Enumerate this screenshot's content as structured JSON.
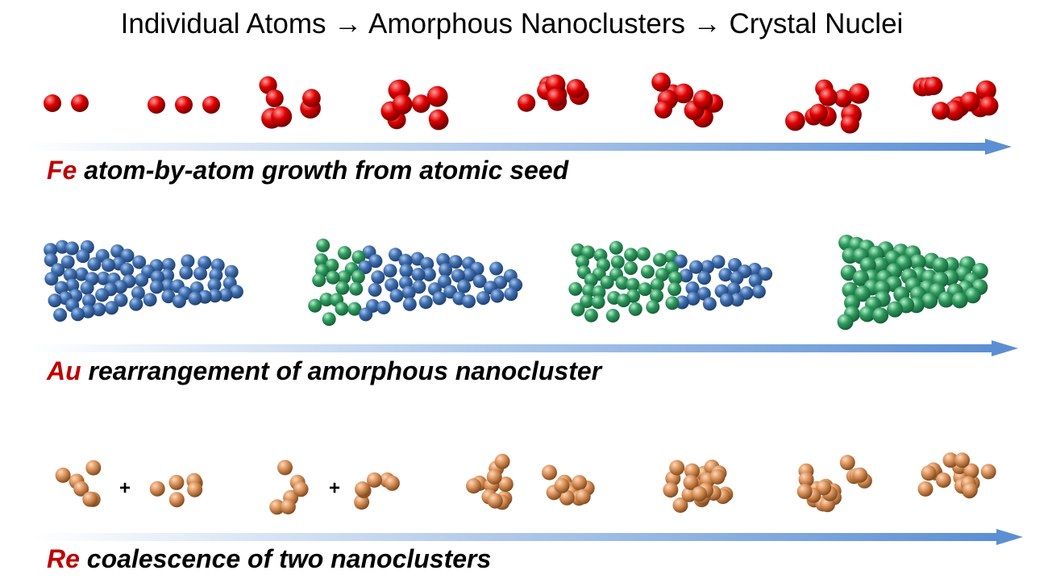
{
  "title": "Individual Atoms → Amorphous Nanoclusters → Crystal Nuclei",
  "colors": {
    "arrow_start": "#ffffff",
    "arrow_end": "#5b8fd4",
    "element_label": "#c00000",
    "fe_atom": "#e00000",
    "au_atom": "#3f6fb0",
    "crystal_atom": "#2f9a5f",
    "re_atom": "#d9915a"
  },
  "rows": [
    {
      "element": "Fe",
      "description": "atom-by-atom growth from atomic seed",
      "atom_color": "fe_atom",
      "stages": [
        {
          "atoms": 2,
          "crystalline_fraction": 0
        },
        {
          "atoms": 3,
          "crystalline_fraction": 0
        },
        {
          "atoms": 6,
          "crystalline_fraction": 0
        },
        {
          "atoms": 10,
          "crystalline_fraction": 0
        },
        {
          "atoms": 11,
          "crystalline_fraction": 0
        },
        {
          "atoms": 9,
          "crystalline_fraction": 0
        },
        {
          "atoms": 10,
          "crystalline_fraction": 0
        },
        {
          "atoms": 10,
          "crystalline_fraction": 0
        }
      ]
    },
    {
      "element": "Au",
      "description": "rearrangement of amorphous nanocluster",
      "atom_color": "au_atom",
      "stages": [
        {
          "atoms": 70,
          "crystalline_fraction": 0
        },
        {
          "atoms": 65,
          "crystalline_fraction": 0.25
        },
        {
          "atoms": 65,
          "crystalline_fraction": 0.55
        },
        {
          "atoms": 60,
          "crystalline_fraction": 1
        }
      ]
    },
    {
      "element": "Re",
      "description": "coalescence of two nanoclusters",
      "atom_color": "re_atom",
      "plus_sign": "+",
      "stages": [
        {
          "atoms": 11,
          "pair": true
        },
        {
          "atoms": 11,
          "pair": true
        },
        {
          "atoms": 22,
          "pair": false
        },
        {
          "atoms": 22,
          "pair": false
        },
        {
          "atoms": 20,
          "pair": false
        },
        {
          "atoms": 18,
          "pair": false
        }
      ]
    }
  ]
}
